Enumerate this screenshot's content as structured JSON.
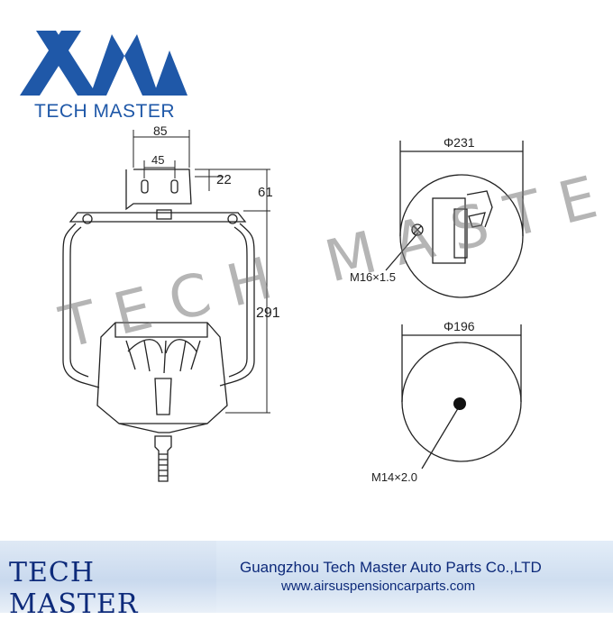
{
  "brand": {
    "logo_text": "TECH MASTER",
    "watermark": "TECH MASTER",
    "accent_color": "#1f58a8",
    "logo_mark": "xm-logo-icon"
  },
  "drawing": {
    "dimensions": {
      "bracket_width": "85",
      "hole_spacing": "45",
      "slot_height": "22",
      "top_plate_height": "61",
      "overall_height": "291",
      "top_plate_diameter": "Φ231",
      "bottom_piston_diameter": "Φ196"
    },
    "threads": {
      "top": "M16×1.5",
      "bottom": "M14×2.0"
    }
  },
  "footer": {
    "brand": "TECH MASTER",
    "company": "Guangzhou Tech Master Auto Parts Co.,LTD",
    "website": "www.airsuspensioncarparts.com"
  }
}
